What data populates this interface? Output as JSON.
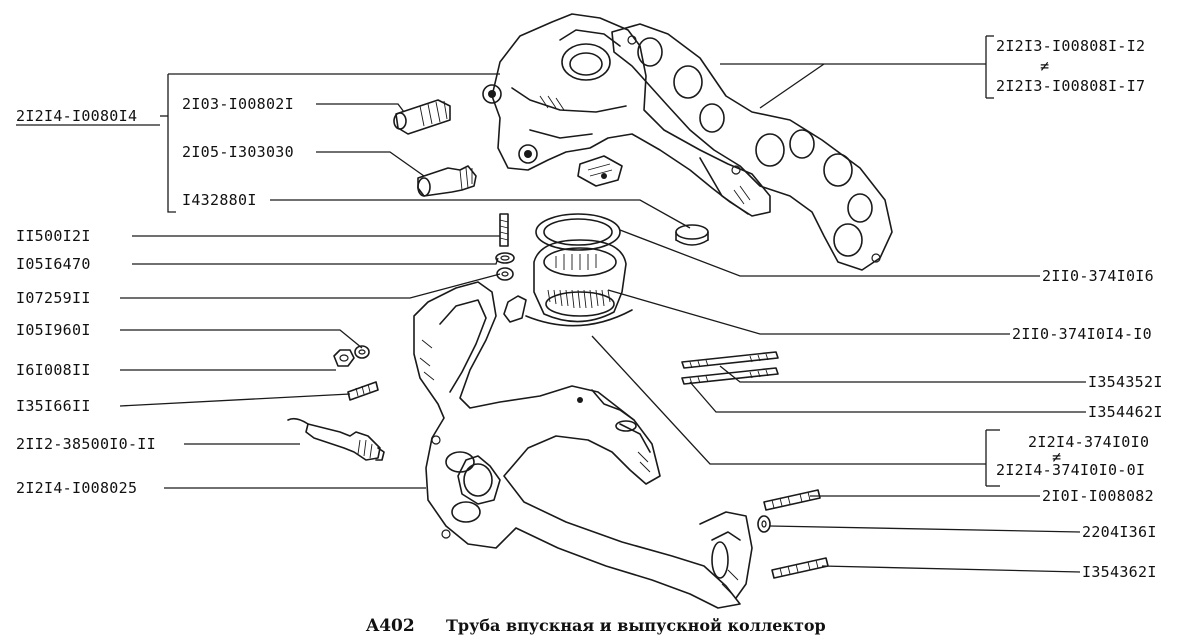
{
  "caption": {
    "code": "A402",
    "title": "Труба впускная и выпускной коллектор"
  },
  "labels": {
    "exhaust_manifold": "2I2I4-I0080I4",
    "stud_a": "2I03-I00802I",
    "sensor_plug": "2I05-I303030",
    "plug_cap": "I432880I",
    "gasket_a": "2I2I3-I00808I-I2",
    "gasket_b": "2I2I3-I00808I-I7",
    "stud_small": "II500I2I",
    "washer_a": "I05I6470",
    "nut_a": "I07259II",
    "nut_b": "I05I960I",
    "nut_c": "I6I008II",
    "stud_b": "I35I66II",
    "oxygen_sensor": "2II2-38500I0-II",
    "intake_pipe": "2I2I4-I008025",
    "throttle_gasket": "2II0-374I0I6",
    "throttle_body": "2II0-374I0I4-I0",
    "pin_a": "I354352I",
    "pin_b": "I354462I",
    "unit_a": "2I2I4-374I0I0",
    "unit_b": "2I2I4-374I0I0-0I",
    "stud_c": "2I0I-I008082",
    "washer_b": "2204I36I",
    "stud_d": "I354362I"
  },
  "symbols": {
    "not_equal": "≠"
  }
}
